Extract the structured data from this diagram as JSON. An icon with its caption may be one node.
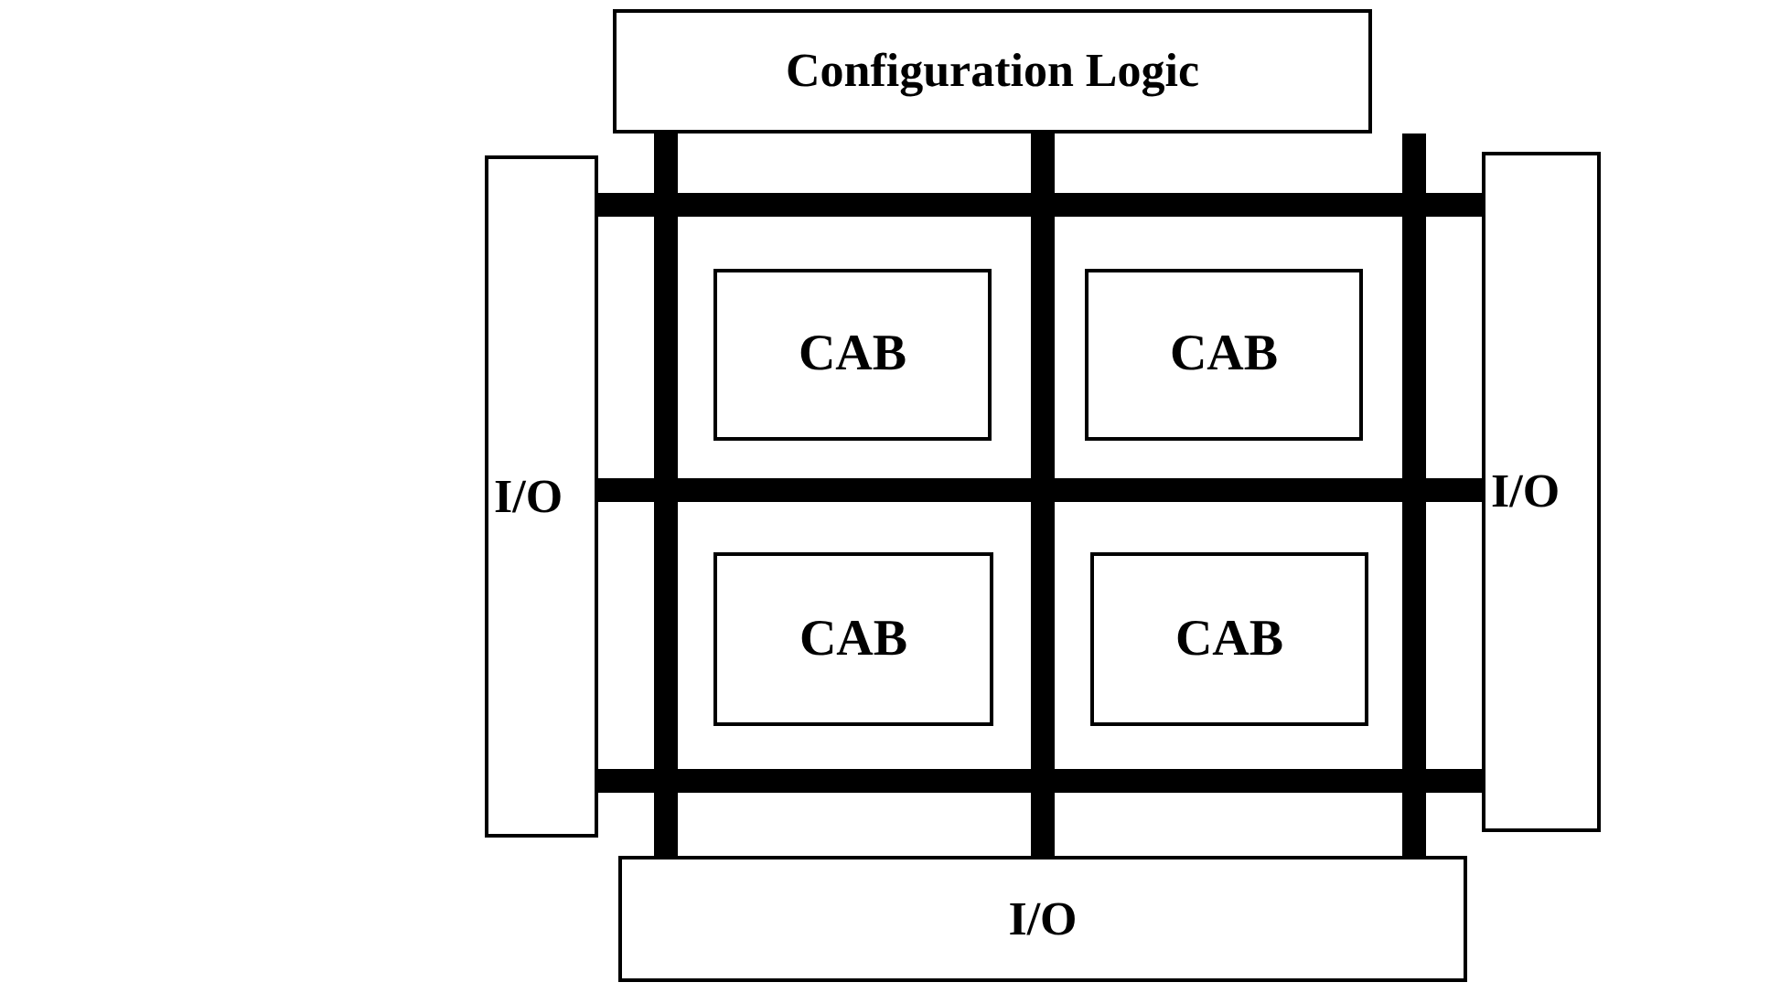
{
  "diagram": {
    "nodes": [
      {
        "text": [
          "Configuration Logic"
        ]
      },
      {
        "text": [
          "I/O"
        ]
      },
      {
        "text": [
          "CAB"
        ]
      },
      {
        "text": [
          "CAB"
        ]
      },
      {
        "text": [
          "CAB"
        ]
      },
      {
        "text": [
          "CAB"
        ]
      },
      {
        "text": [
          "I/O"
        ]
      },
      {
        "text": [
          "I/O"
        ]
      }
    ],
    "edges": [
      {
        "from": 1,
        "to": 6,
        "arrow": "none"
      },
      {
        "from": 1,
        "to": 6,
        "arrow": "none"
      },
      {
        "from": 1,
        "to": 6,
        "arrow": "none"
      },
      {
        "from": 0,
        "to": 7,
        "arrow": "none"
      },
      {
        "from": 0,
        "to": 7,
        "arrow": "none"
      },
      {
        "from": 0,
        "to": 7,
        "arrow": "none"
      }
    ]
  }
}
